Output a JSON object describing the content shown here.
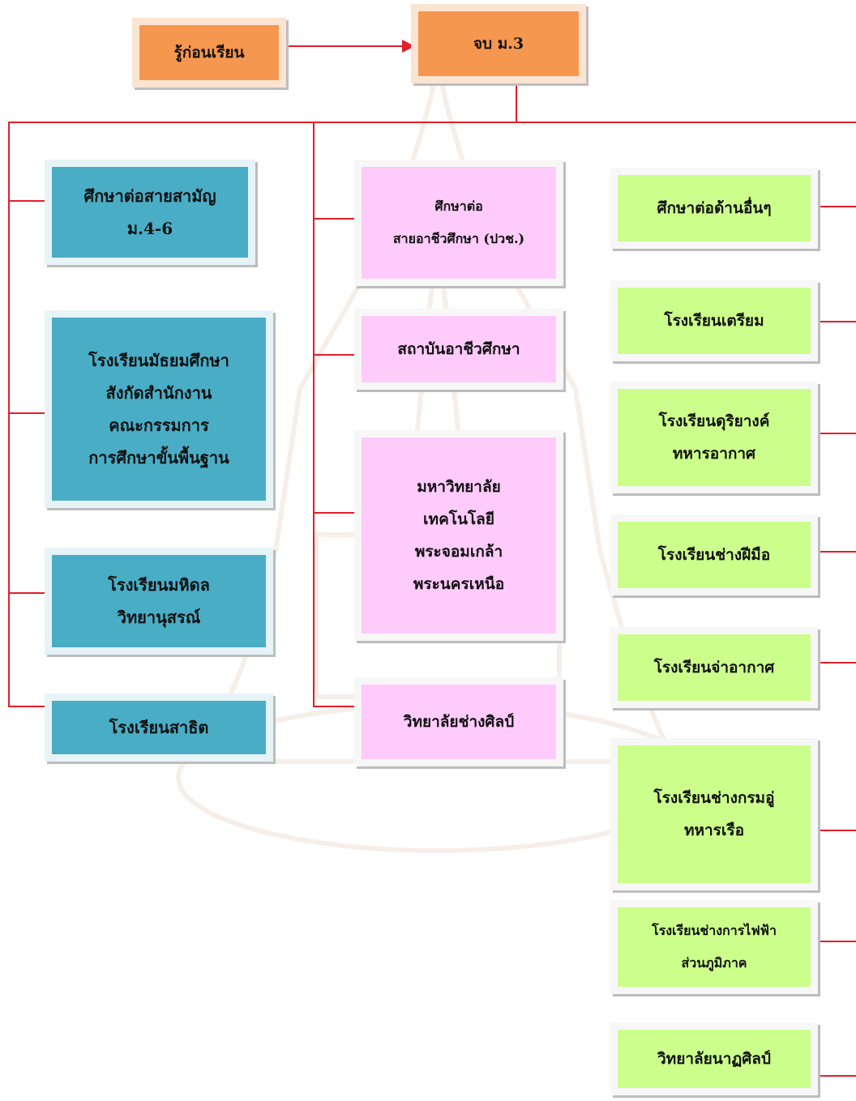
{
  "top": {
    "prior": "รู้ก่อนเรียน",
    "finish": "จบ ม.3"
  },
  "left_column": [
    [
      "ศึกษาต่อสายสามัญ",
      "ม.4-6"
    ],
    [
      "โรงเรียนมัธยมศึกษา",
      "สังกัดสำนักงาน",
      "คณะกรรมการ",
      "การศึกษาขั้นพื้นฐาน"
    ],
    [
      "โรงเรียนมหิดล",
      "วิทยานุสรณ์"
    ],
    [
      "โรงเรียนสาธิต"
    ]
  ],
  "middle_column": [
    [
      "ศึกษาต่อ",
      "สายอาชีวศึกษา (ปวช.)"
    ],
    [
      "สถาบันอาชีวศึกษา"
    ],
    [
      "มหาวิทยาลัย",
      "เทคโนโลยี",
      "พระจอมเกล้า",
      "พระนครเหนือ"
    ],
    [
      "วิทยาลัยช่างศิลป์"
    ]
  ],
  "right_column": [
    [
      "ศึกษาต่อด้านอื่นๆ"
    ],
    [
      "โรงเรียนเตรียม"
    ],
    [
      "โรงเรียนดุริยางค์",
      "ทหารอากาศ"
    ],
    [
      "โรงเรียนช่างฝีมือ"
    ],
    [
      "โรงเรียนจ่าอากาศ"
    ],
    [
      "โรงเรียนช่างกรมอู่",
      "ทหารเรือ"
    ],
    [
      "โรงเรียนช่างการไฟฟ้า",
      "ส่วนภูมิภาค"
    ],
    [
      "วิทยาลัยนาฏศิลป์"
    ]
  ],
  "colors": {
    "connector": "#e0202a",
    "orange": "#f6974f",
    "teal": "#4aadc6",
    "pink": "#fecbfb",
    "green": "#ccfe8c"
  }
}
